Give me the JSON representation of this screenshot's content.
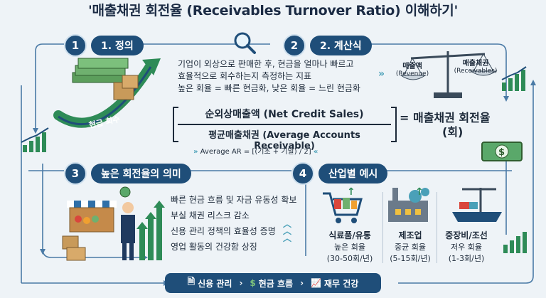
{
  "title": "'매출채권 회전율 (Receivables Turnover Ratio) 이해하기'",
  "sections": {
    "s1": {
      "num": "1",
      "label": "1. 정의"
    },
    "s2": {
      "num": "2",
      "label": "2. 계산식"
    },
    "s3": {
      "num": "3",
      "label": "높은 회전율의 의미"
    },
    "s4": {
      "num": "4",
      "label": "산업별 예시"
    }
  },
  "definition": {
    "line1": "기업이 외상으로 판매한 후, 현금을 얼마나 빠르고",
    "line2": "효율적으로 회수하는지 측정하는 지표",
    "line3": "높은 회율 = 빠른 현금화, 낮은 회율 = 느린 현금화"
  },
  "cash_arrow_label": "현금 회수",
  "scale": {
    "left": "매출액",
    "left_sub": "(Revenue)",
    "right": "매출채권",
    "right_sub": "(Receivables)"
  },
  "formula": {
    "numerator": "순외상매출액 (Net Credit Sales)",
    "denominator": "평균매출채권 (Average Accounts Receivable)",
    "result_line1": "= 매출채권 회전율",
    "result_line2": "(회)",
    "average_note": "Average AR = [(기초 + 기말) / 2]"
  },
  "meaning": {
    "items": [
      "빠른 현금 흐름 및 자금 유동성 확보",
      "부실 채권 리스크 감소",
      "신용 관리 정책의 효율성 증명",
      "영업 활동의 건강함 상징"
    ]
  },
  "industries": [
    {
      "name": "식료품/유통",
      "level": "높은 회율",
      "range": "(30-50회/년)"
    },
    {
      "name": "제조업",
      "level": "중균 회율",
      "range": "(5-15회/년)"
    },
    {
      "name": "중장비/조선",
      "level": "저우 회율",
      "range": "(1-3회/년)"
    }
  ],
  "bottom": {
    "item1": "신용 관리",
    "item2": "현금 흐름",
    "item3": "재무 건강"
  },
  "colors": {
    "primary": "#1f4e79",
    "accent_green": "#2e8b57",
    "background": "#eef3f7"
  }
}
